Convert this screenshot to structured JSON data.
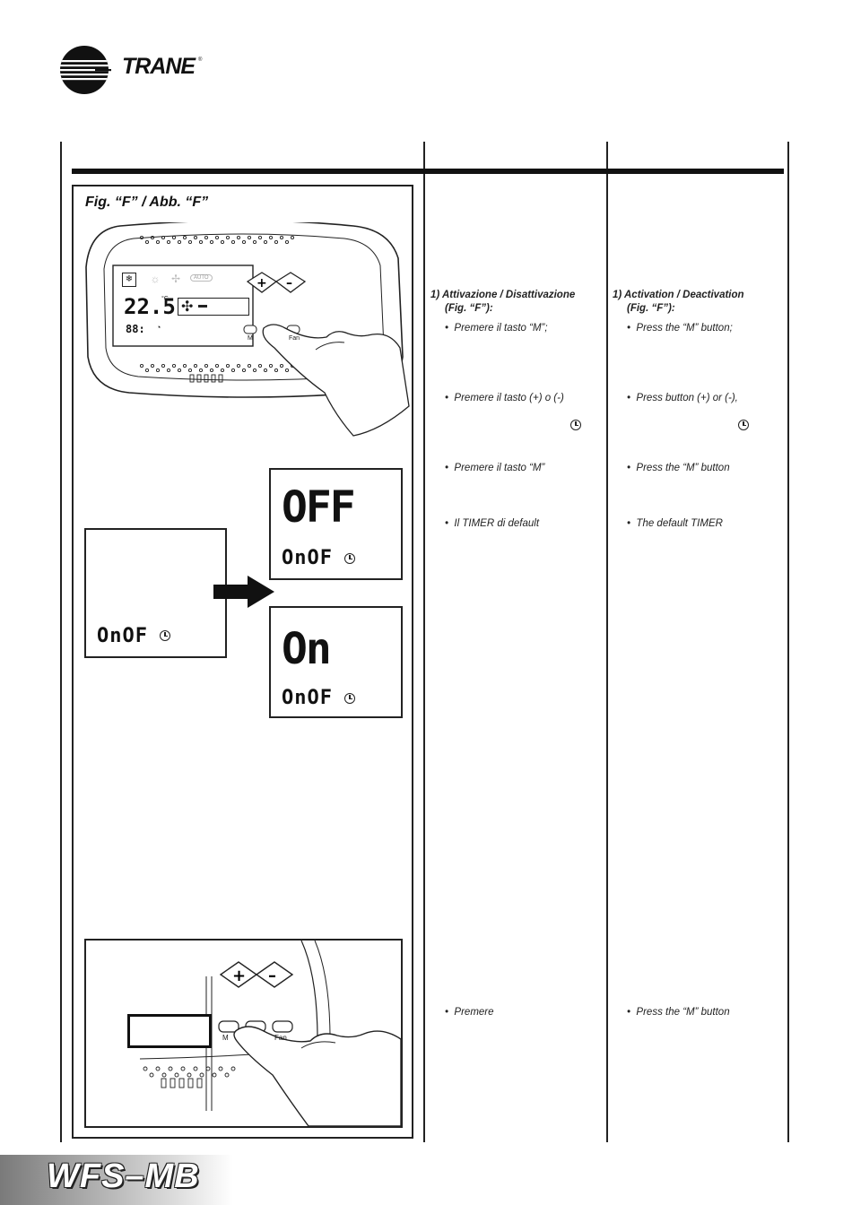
{
  "header": {
    "brand": "TRANE",
    "trademark": "®"
  },
  "figure": {
    "title": "Fig. “F” / Abb. “F”",
    "thermostat": {
      "temperature": "22.5",
      "temp_unit": "°C",
      "time_digits": "88:",
      "auto_label": "AUTO",
      "buttons": {
        "m": "M",
        "fan": "Fan"
      }
    },
    "lcd_source": {
      "line": "OnOF"
    },
    "lcd_off": {
      "big": "OFF",
      "line": "OnOF"
    },
    "lcd_on": {
      "big": "On",
      "line": "OnOF"
    },
    "bottom_panel": {
      "buttons": {
        "m": "M",
        "fan": "Fan"
      }
    }
  },
  "col_it": {
    "heading_line1": "1) Attivazione / Disattivazione",
    "heading_line2": "(Fig. “F”):",
    "bullets": [
      "Premere il tasto “M”;",
      "Premere il tasto (+) o (-)",
      "Premere il tasto “M”",
      "Il TIMER di default",
      "Premere"
    ]
  },
  "col_en": {
    "heading_line1": "1) Activation / Deactivation",
    "heading_line2": "(Fig. “F”):",
    "bullets": [
      "Press the “M” button;",
      "Press button (+) or (-),",
      "Press the “M” button",
      "The default TIMER",
      "Press the “M” button"
    ]
  },
  "footer": {
    "model": "WFS–MB"
  }
}
